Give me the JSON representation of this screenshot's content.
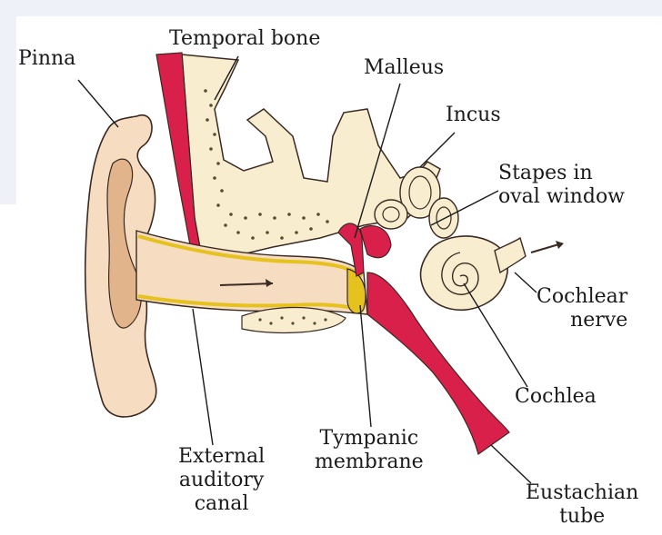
{
  "diagram": {
    "labels": {
      "pinna": [
        "Pinna"
      ],
      "temporal_bone": [
        "Temporal bone"
      ],
      "malleus": [
        "Malleus"
      ],
      "incus": [
        "Incus"
      ],
      "stapes": [
        "Stapes in",
        "oval window"
      ],
      "cochlear_nerve": [
        "Cochlear",
        "nerve"
      ],
      "cochlea": [
        "Cochlea"
      ],
      "eustachian_tube": [
        "Eustachian",
        "tube"
      ],
      "tympanic_membrane": [
        "Tympanic",
        "membrane"
      ],
      "external_auditory_canal": [
        "External",
        "auditory",
        "canal"
      ]
    }
  },
  "colors": {
    "skin": "#f6dcc0",
    "skin_shade": "#e2b48c",
    "bone": "#f9edcf",
    "bone_dots": "#5a4a36",
    "canal_lining": "#e6c21f",
    "eustachian_red": "#d8204a",
    "outline": "#3a2a22",
    "background_tint": "#eef1f7"
  }
}
